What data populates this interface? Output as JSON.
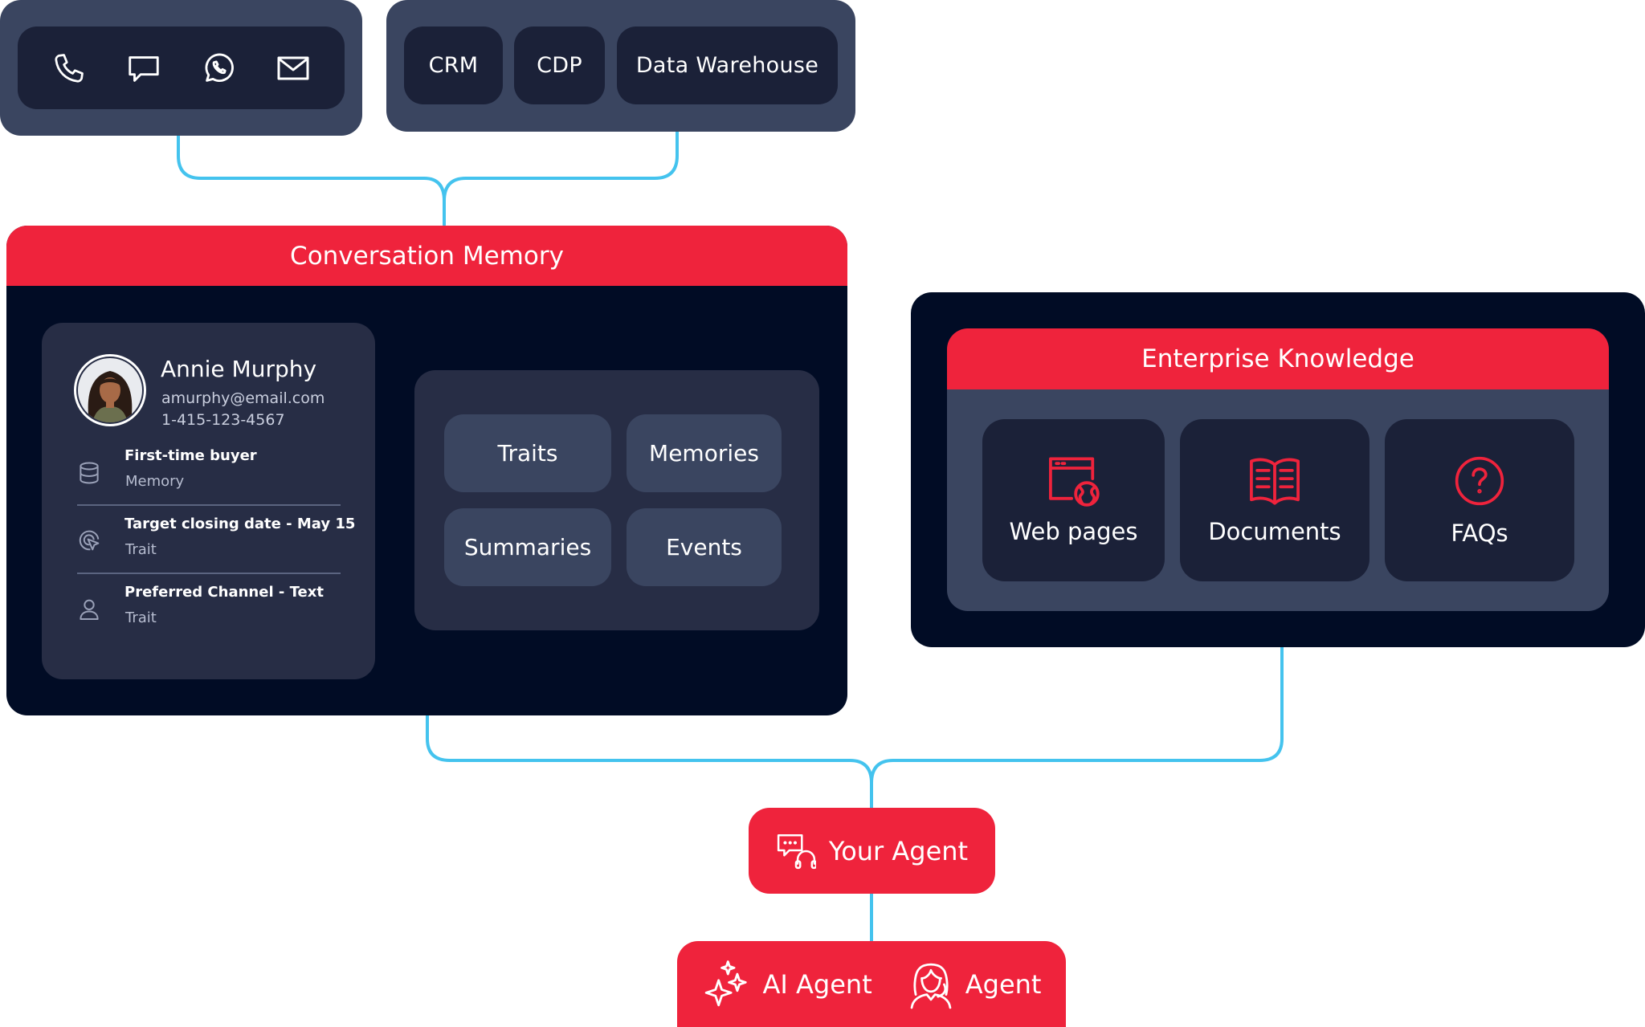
{
  "channels": {
    "icons": [
      "phone-icon",
      "chat-bubble-icon",
      "whatsapp-icon",
      "mail-icon"
    ]
  },
  "sources": {
    "crm": "CRM",
    "cdp": "CDP",
    "warehouse": "Data Warehouse"
  },
  "conversation_memory": {
    "title": "Conversation Memory",
    "profile": {
      "name": "Annie Murphy",
      "email": "amurphy@email.com",
      "phone": "1-415-123-4567",
      "rows": [
        {
          "icon": "database-icon",
          "title": "First-time buyer",
          "kind": "Memory"
        },
        {
          "icon": "target-icon",
          "title": "Target closing date - May 15",
          "kind": "Trait"
        },
        {
          "icon": "user-icon",
          "title": "Preferred Channel - Text",
          "kind": "Trait"
        }
      ]
    },
    "types": {
      "traits": "Traits",
      "memories": "Memories",
      "summaries": "Summaries",
      "events": "Events"
    }
  },
  "enterprise_knowledge": {
    "title": "Enterprise Knowledge",
    "items": [
      {
        "icon": "web-page-icon",
        "label": "Web pages"
      },
      {
        "icon": "open-book-icon",
        "label": "Documents"
      },
      {
        "icon": "question-circle-icon",
        "label": "FAQs"
      }
    ]
  },
  "your_agent": {
    "icon": "chat-headset-icon",
    "label": "Your Agent"
  },
  "agents": {
    "ai_icon": "sparkles-icon",
    "ai_label": "AI Agent",
    "human_icon": "agent-person-icon",
    "human_label": "Agent"
  },
  "colors": {
    "accent_red": "#ef233c",
    "connector_blue": "#44c3ee",
    "navy": "#010c25",
    "slate": "#3a4560",
    "chip_dark": "#1b2138"
  }
}
